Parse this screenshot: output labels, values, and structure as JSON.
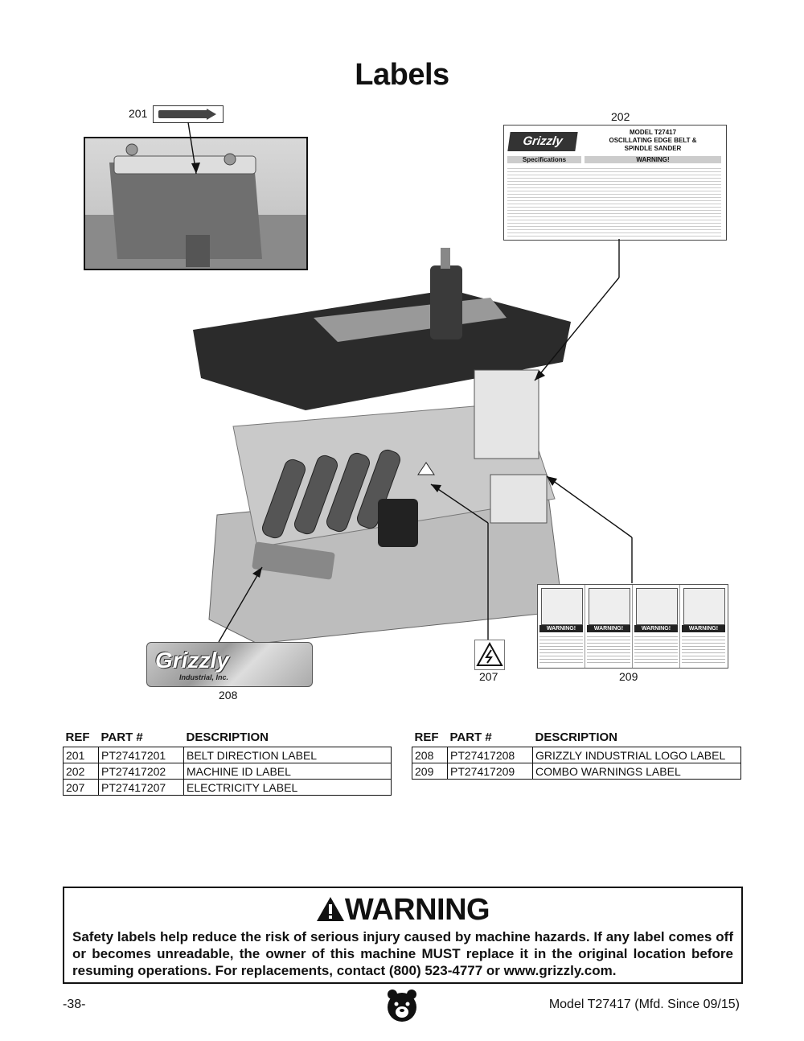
{
  "page": {
    "title": "Labels",
    "page_number": "-38-",
    "model_footer": "Model T27417 (Mfd. Since 09/15)"
  },
  "callouts": {
    "c201": "201",
    "c202": "202",
    "c207": "207",
    "c208": "208",
    "c209": "209"
  },
  "label_202": {
    "brand": "Grizzly",
    "model_line1": "MODEL T27417",
    "model_line2": "OSCILLATING EDGE BELT &",
    "model_line3": "SPINDLE SANDER",
    "specs_heading": "Specifications",
    "warning_heading": "WARNING!"
  },
  "label_208": {
    "brand": "Grizzly",
    "sub": "Industrial, Inc."
  },
  "label_209": {
    "warning": "WARNING!"
  },
  "tables": {
    "headers": {
      "ref": "REF",
      "part": "PART #",
      "desc": "DESCRIPTION"
    },
    "left": [
      {
        "ref": "201",
        "part": "PT27417201",
        "desc": "BELT DIRECTION LABEL"
      },
      {
        "ref": "202",
        "part": "PT27417202",
        "desc": "MACHINE ID LABEL"
      },
      {
        "ref": "207",
        "part": "PT27417207",
        "desc": "ELECTRICITY LABEL"
      }
    ],
    "right": [
      {
        "ref": "208",
        "part": "PT27417208",
        "desc": "GRIZZLY INDUSTRIAL LOGO LABEL"
      },
      {
        "ref": "209",
        "part": "PT27417209",
        "desc": "COMBO WARNINGS LABEL"
      }
    ]
  },
  "warning_box": {
    "title": "WARNING",
    "text": "Safety labels help reduce the risk of serious injury caused by machine hazards. If any label comes off or becomes unreadable, the owner of this machine MUST replace it in the original location before resuming operations. For replacements, contact (800) 523-4777 or www.grizzly.com."
  }
}
